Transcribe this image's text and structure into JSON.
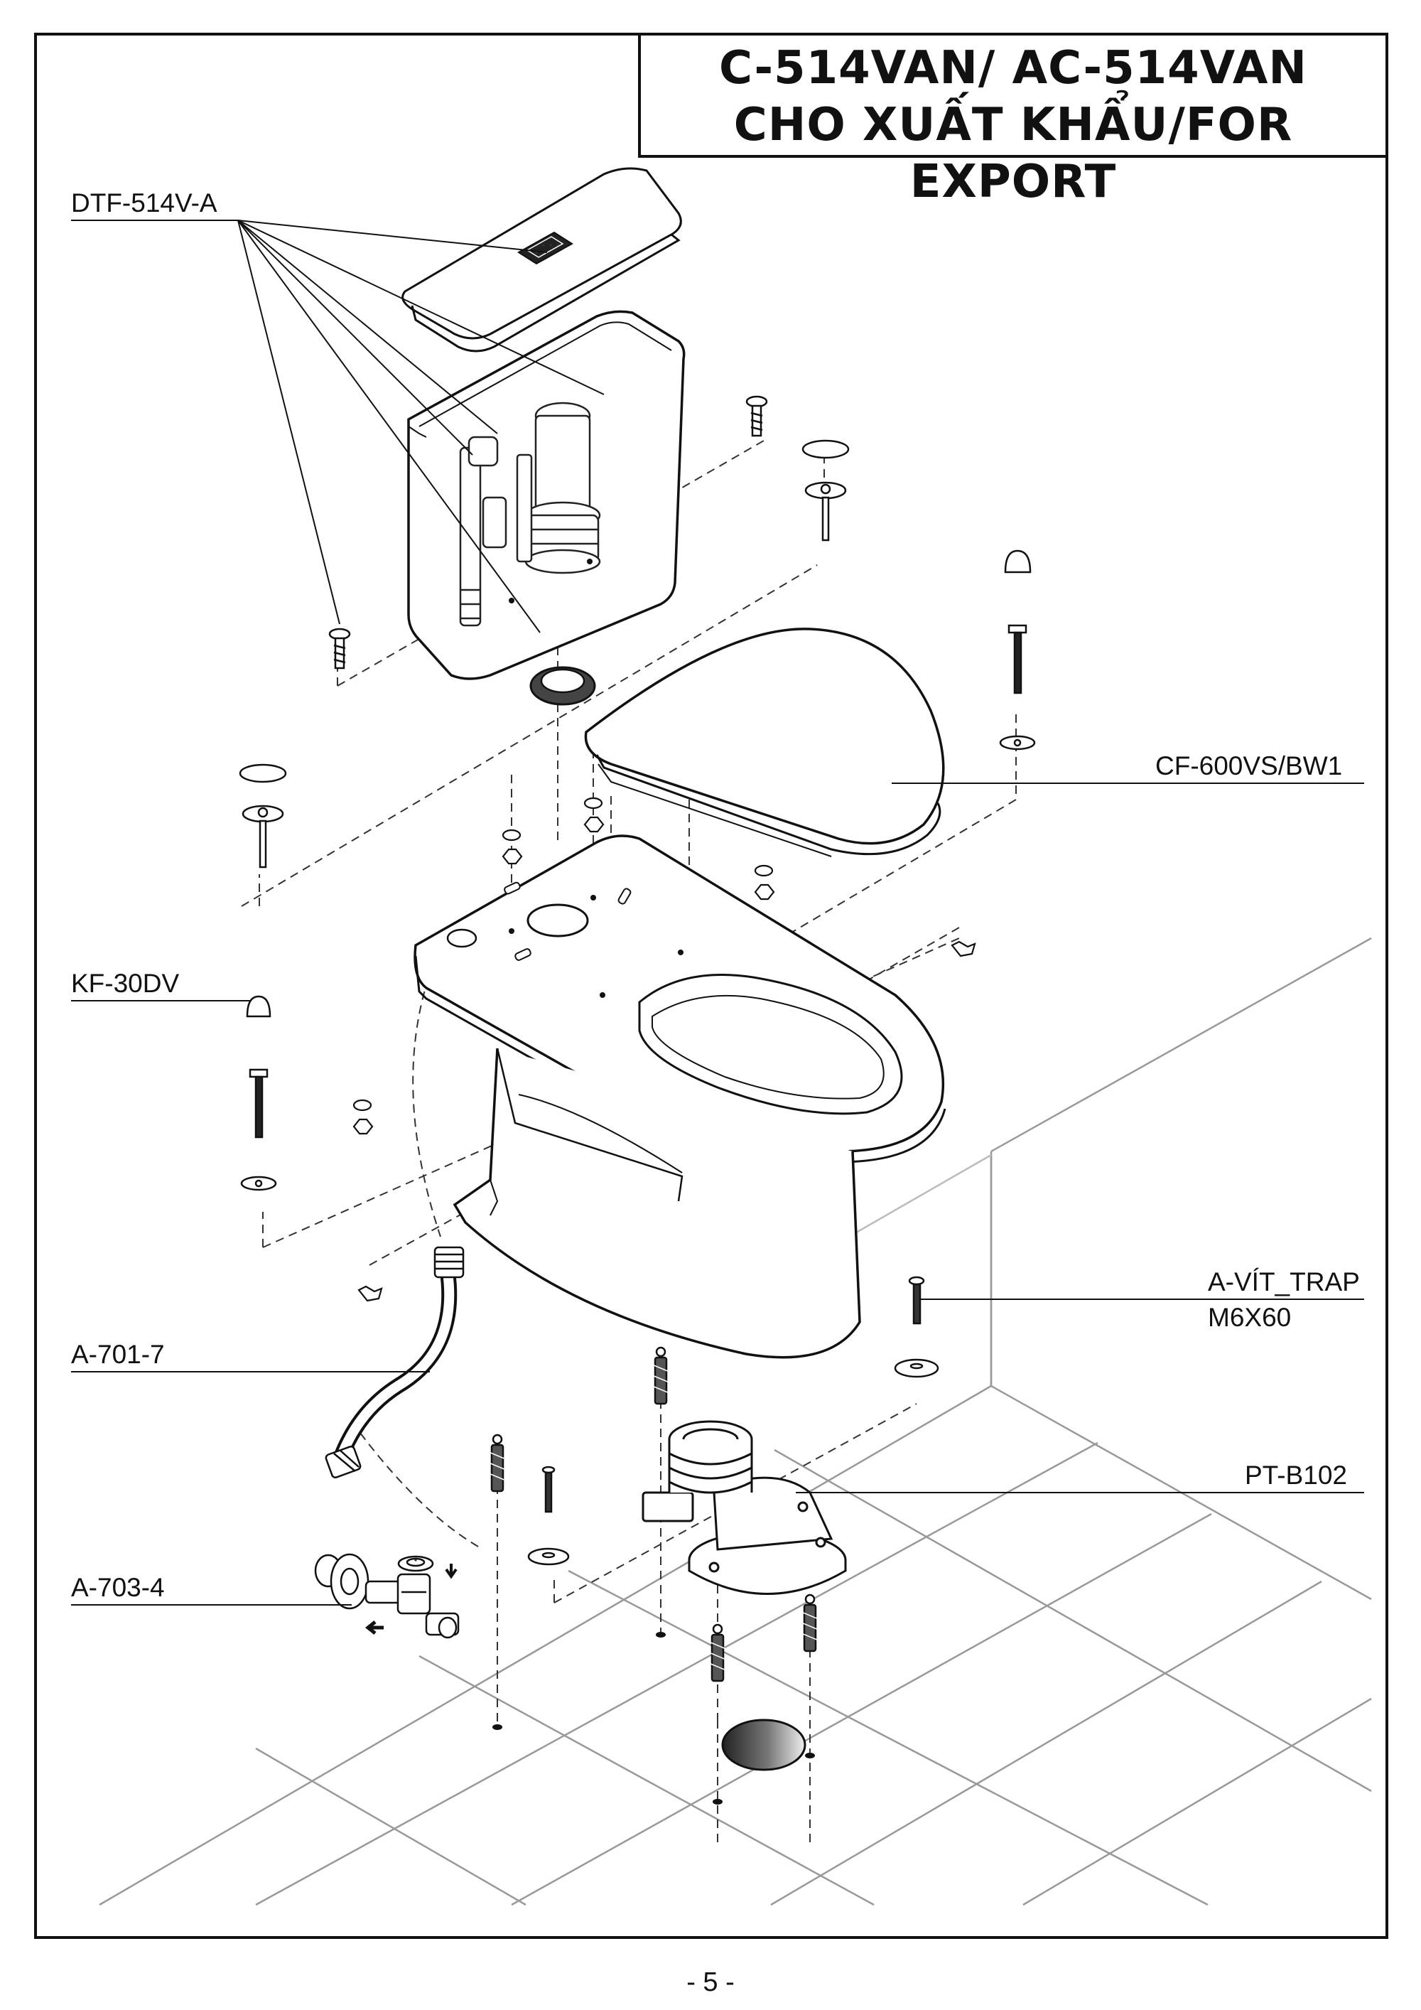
{
  "title": {
    "line1": "C-514VAN/ AC-514VAN",
    "line2": "CHO XUẤT KHẨU/FOR EXPORT"
  },
  "parts": [
    {
      "id": "tank-lid-assembly",
      "code": "DTF-514V-A"
    },
    {
      "id": "toilet-seat",
      "code": "CF-600VS/BW1"
    },
    {
      "id": "bolt-cap-kit",
      "code": "KF-30DV"
    },
    {
      "id": "trap-screw",
      "code": "A-VÍT_TRAP",
      "spec": "M6X60"
    },
    {
      "id": "flex-hose",
      "code": "A-701-7"
    },
    {
      "id": "floor-flange",
      "code": "PT-B102"
    },
    {
      "id": "angle-valve",
      "code": "A-703-4"
    }
  ],
  "page_number": "- 5 -",
  "colors": {
    "ink": "#111111",
    "background": "#ffffff"
  }
}
